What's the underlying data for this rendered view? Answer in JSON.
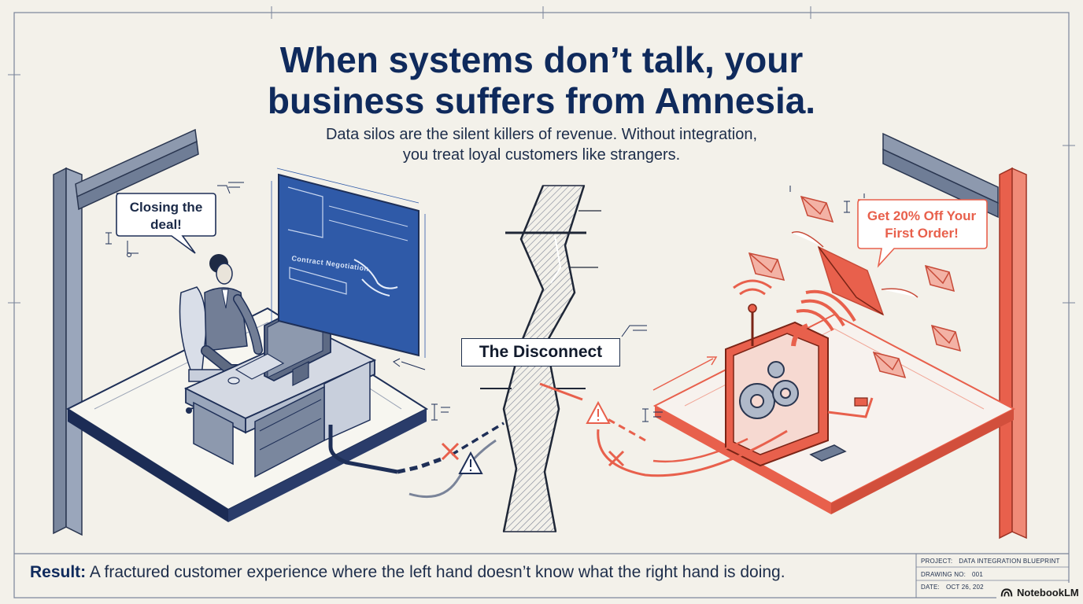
{
  "header": {
    "title_line1": "When systems don’t talk, your",
    "title_line2": "business suffers from Amnesia.",
    "subtitle_line1": "Data silos are the silent killers of revenue. Without integration,",
    "subtitle_line2": "you treat loyal customers like strangers."
  },
  "left_scene": {
    "speech": "Closing the deal!",
    "screen_text": "Contract Negotiation"
  },
  "center": {
    "label": "The Disconnect"
  },
  "right_scene": {
    "speech": "Get 20% Off Your First Order!"
  },
  "footer": {
    "result_label": "Result:",
    "result_text": " A fractured customer experience where the left hand doesn’t know what the right hand is doing."
  },
  "title_block": {
    "project_label": "PROJECT:",
    "project_value": "DATA INTEGRATION BLUEPRINT",
    "drawing_label": "DRAWING NO:",
    "drawing_value": "001",
    "date_label": "DATE:",
    "date_value": "OCT 26, 202"
  },
  "watermark": {
    "text": "NotebookLM"
  },
  "colors": {
    "navy": "#0f2a5c",
    "blueprint_blue": "#2f5aa8",
    "coral": "#e8604c",
    "paper": "#f3f1ea",
    "steel": "#6f7d96"
  }
}
